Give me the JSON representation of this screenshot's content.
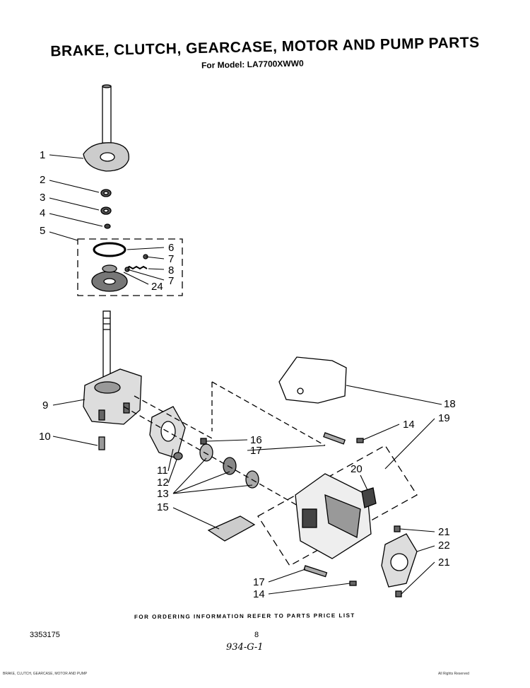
{
  "header": {
    "title": "BRAKE, CLUTCH, GEARCASE, MOTOR AND PUMP PARTS",
    "subtitle": "For Model: LA7700XWW0"
  },
  "callouts": [
    "1",
    "2",
    "3",
    "4",
    "5",
    "6",
    "7",
    "8",
    "7",
    "24",
    "9",
    "10",
    "11",
    "12",
    "13",
    "15",
    "16",
    "17",
    "14",
    "19",
    "18",
    "20",
    "21",
    "22",
    "21",
    "17",
    "14"
  ],
  "footer": {
    "ordering_note": "FOR ORDERING INFORMATION REFER TO PARTS PRICE LIST",
    "doc_number": "3353175",
    "page_number": "8",
    "handwritten": "934-G-1",
    "small_left": "BRAKE, CLUTCH, GEARCASE, MOTOR AND PUMP",
    "small_right": "All Rights Reserved"
  }
}
